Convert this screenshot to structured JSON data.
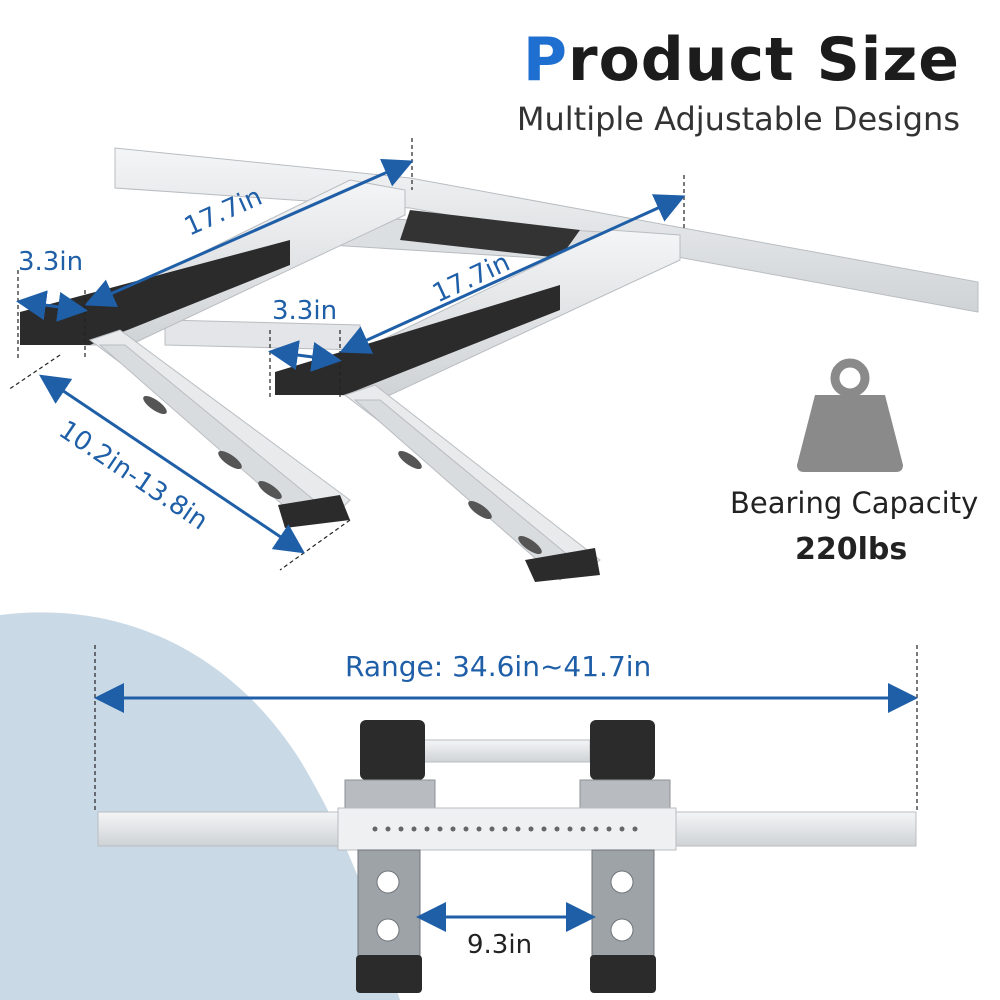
{
  "header": {
    "title_first_letter": "P",
    "title_rest": "roduct Size",
    "subtitle": "Multiple Adjustable Designs"
  },
  "dimensions": {
    "arm_length_left": "17.7in",
    "arm_length_right": "17.7in",
    "pad_width_left": "3.3in",
    "pad_width_right": "3.3in",
    "support_range": "10.2in-13.8in",
    "rail_range": "Range: 34.6in~41.7in",
    "bracket_spacing": "9.3in"
  },
  "capacity": {
    "label": "Bearing Capacity",
    "value": "220lbs",
    "icon": "weight-icon"
  },
  "colors": {
    "accent": "#1f6fd0",
    "dimension_line": "#1f5fa8",
    "background_wave": "#c9d9e6",
    "metal": "#e6e8ea",
    "rubber_pad": "#2b2b2b"
  }
}
